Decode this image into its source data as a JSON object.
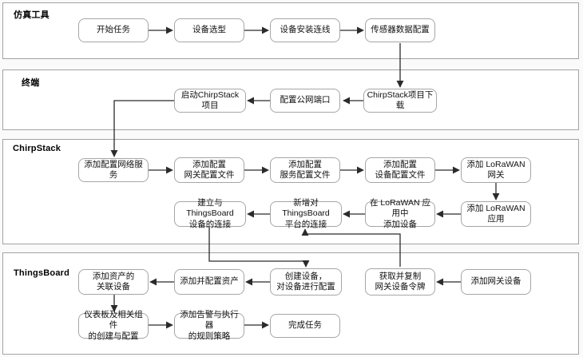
{
  "colors": {
    "background": "#fafafa",
    "lane_fill": "#ffffff",
    "lane_border": "#a2a2a2",
    "node_fill": "#ffffff",
    "node_border": "#a6a6a6",
    "connector": "#2b2b2b",
    "text": "#111111"
  },
  "diagram": {
    "lanes": [
      {
        "label": "仿真工具",
        "nodes": [
          {
            "label": "开始任务"
          },
          {
            "label": "设备选型"
          },
          {
            "label": "设备安装连线"
          },
          {
            "label": "传感器数据配置"
          }
        ]
      },
      {
        "label": "终端",
        "nodes": [
          {
            "label": "启动ChirpStack项目"
          },
          {
            "label": "配置公网端口"
          },
          {
            "label": "ChirpStack项目下载"
          }
        ]
      },
      {
        "label": "ChirpStack",
        "nodes": [
          {
            "label": "添加配置网络服务"
          },
          {
            "label": "添加配置\n网关配置文件"
          },
          {
            "label": "添加配置\n服务配置文件"
          },
          {
            "label": "添加配置\n设备配置文件"
          },
          {
            "label": "添加 LoRaWAN 网关"
          },
          {
            "label": "建立与ThingsBoard\n设备的连接"
          },
          {
            "label": "新增对ThingsBoard\n平台的连接"
          },
          {
            "label": "在 LoRaWAN 应用中\n添加设备"
          },
          {
            "label": "添加 LoRaWAN 应用"
          }
        ]
      },
      {
        "label": "ThingsBoard",
        "nodes": [
          {
            "label": "添加资产的\n关联设备"
          },
          {
            "label": "添加并配置资产"
          },
          {
            "label": "创建设备，\n对设备进行配置"
          },
          {
            "label": "获取并复制\n网关设备令牌"
          },
          {
            "label": "添加网关设备"
          },
          {
            "label": "仪表板及相关组件\n的创建与配置"
          },
          {
            "label": "添加告警与执行器\n的规则策略"
          },
          {
            "label": "完成任务"
          }
        ]
      }
    ]
  }
}
